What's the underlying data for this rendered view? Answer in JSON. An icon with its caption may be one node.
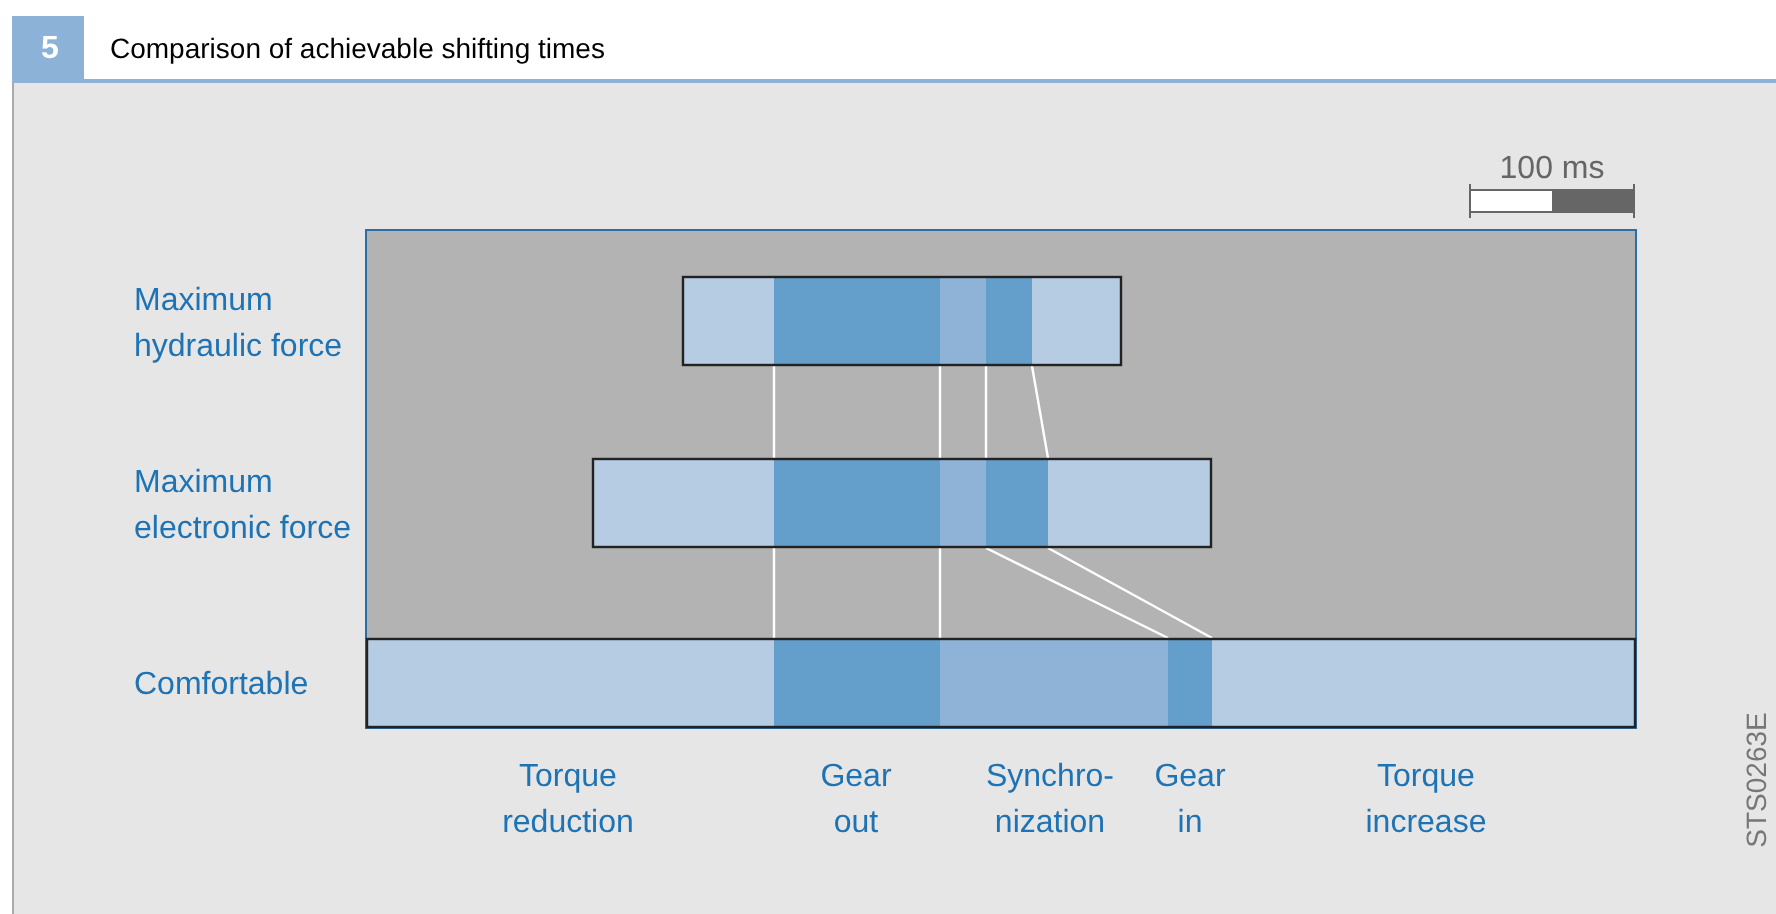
{
  "diagram": {
    "title": "Comparison of achievable shifting times",
    "labels": [
      "5",
      "100 ms",
      "Maximum hydraulic force",
      "Maximum electronic force",
      "Comfortable",
      "Torque reduction",
      "Gear out",
      "Synchro- nization",
      "Gear in",
      "Torque increase",
      "STS0263E"
    ]
  }
}
